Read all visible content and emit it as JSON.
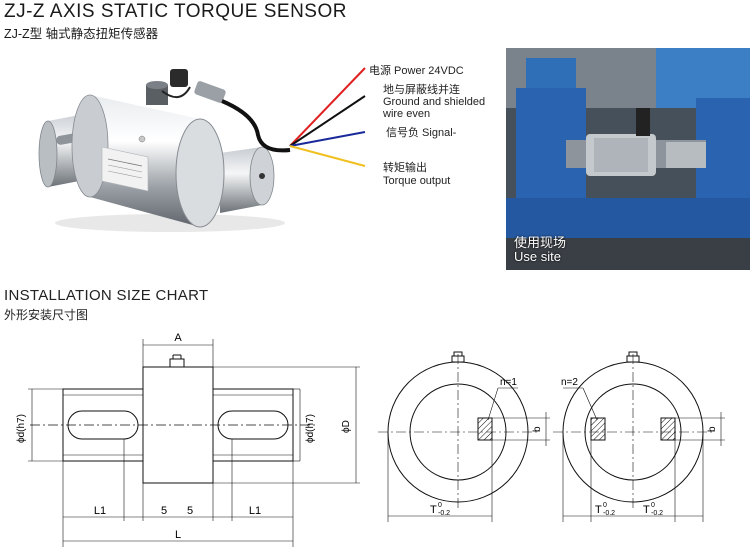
{
  "header": {
    "title_en": "ZJ-Z AXIS STATIC TORQUE SENSOR",
    "title_cn": "ZJ-Z型 轴式静态扭矩传感器"
  },
  "wires": [
    {
      "label": "电源 Power 24VDC",
      "color": "#e02020"
    },
    {
      "label_cn": "地与屏蔽线并连",
      "label_en1": "Ground and shielded",
      "label_en2": "wire even",
      "color": "#111111"
    },
    {
      "label": "信号负 Signal-",
      "color": "#1a2a9a"
    },
    {
      "label_cn": "转矩输出",
      "label_en": "Torque output",
      "color": "#f0c020"
    }
  ],
  "site": {
    "label_cn": "使用现场",
    "label_en": "Use site"
  },
  "installation": {
    "title_en": "INSTALLATION SIZE CHART",
    "title_cn": "外形安装尺寸图"
  },
  "drawing": {
    "side": {
      "dim_a": "A",
      "dim_dh7": "ϕd(h7)",
      "dim_dh7_2": "ϕd(h7)",
      "dim_D": "ϕD",
      "dim_l1_left": "L1",
      "dim_5_left": "5",
      "dim_5_right": "5",
      "dim_l1_right": "L1",
      "dim_L": "L"
    },
    "end_view_1": {
      "n_label": "n=1",
      "b_label": "b",
      "t_label": "T",
      "t_sup": "0",
      "t_sub": "-0.2"
    },
    "end_view_2": {
      "n_label": "n=2",
      "b_label": "b",
      "t_label_1": "T",
      "t_sup_1": "0",
      "t_sub_1": "-0.2",
      "t_label_2": "T",
      "t_sup_2": "0",
      "t_sub_2": "-0.2"
    }
  }
}
